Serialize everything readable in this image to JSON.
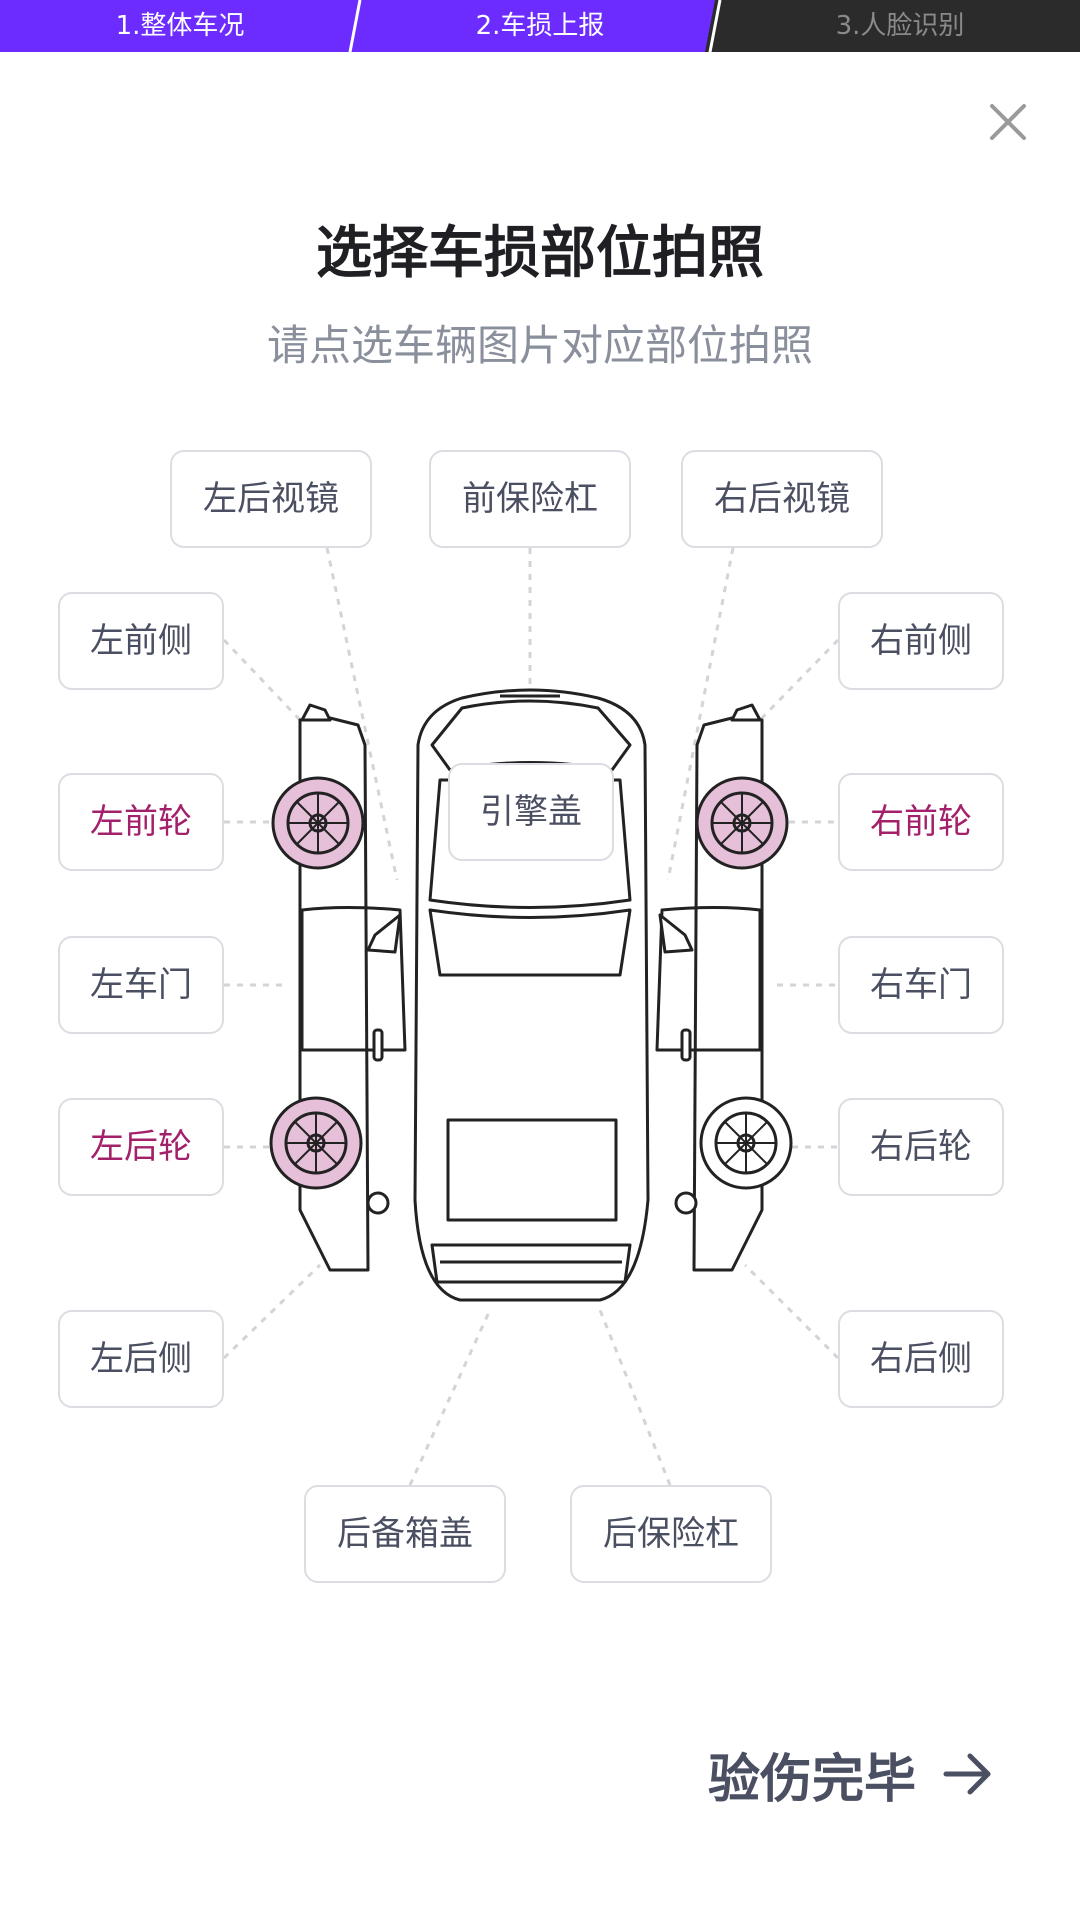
{
  "steps": [
    {
      "label": "1.整体车况",
      "state": "done"
    },
    {
      "label": "2.车损上报",
      "state": "active"
    },
    {
      "label": "3.人脸识别",
      "state": "pending"
    }
  ],
  "colors": {
    "step_active": "#6c2cff",
    "step_inactive": "#2b2b2b",
    "damaged_text": "#a3216b",
    "damaged_wheel": "#e6bfd9",
    "label_text": "#4b4f62",
    "subtitle_text": "#8a8f9c"
  },
  "header": {
    "title": "选择车损部位拍照",
    "subtitle": "请点选车辆图片对应部位拍照",
    "close_icon": "close-icon"
  },
  "parts": {
    "left_mirror": {
      "label": "左后视镜",
      "damaged": false
    },
    "front_bumper": {
      "label": "前保险杠",
      "damaged": false
    },
    "right_mirror": {
      "label": "右后视镜",
      "damaged": false
    },
    "left_front_side": {
      "label": "左前侧",
      "damaged": false
    },
    "right_front_side": {
      "label": "右前侧",
      "damaged": false
    },
    "hood": {
      "label": "引擎盖",
      "damaged": false
    },
    "left_front_wheel": {
      "label": "左前轮",
      "damaged": true
    },
    "right_front_wheel": {
      "label": "右前轮",
      "damaged": true
    },
    "left_door": {
      "label": "左车门",
      "damaged": false
    },
    "right_door": {
      "label": "右车门",
      "damaged": false
    },
    "left_rear_wheel": {
      "label": "左后轮",
      "damaged": true
    },
    "right_rear_wheel": {
      "label": "右后轮",
      "damaged": false
    },
    "left_rear_side": {
      "label": "左后侧",
      "damaged": false
    },
    "right_rear_side": {
      "label": "右后侧",
      "damaged": false
    },
    "trunk_lid": {
      "label": "后备箱盖",
      "damaged": false
    },
    "rear_bumper": {
      "label": "后保险杠",
      "damaged": false
    }
  },
  "footer": {
    "finish_label": "验伤完毕",
    "finish_icon": "arrow-right-icon"
  }
}
